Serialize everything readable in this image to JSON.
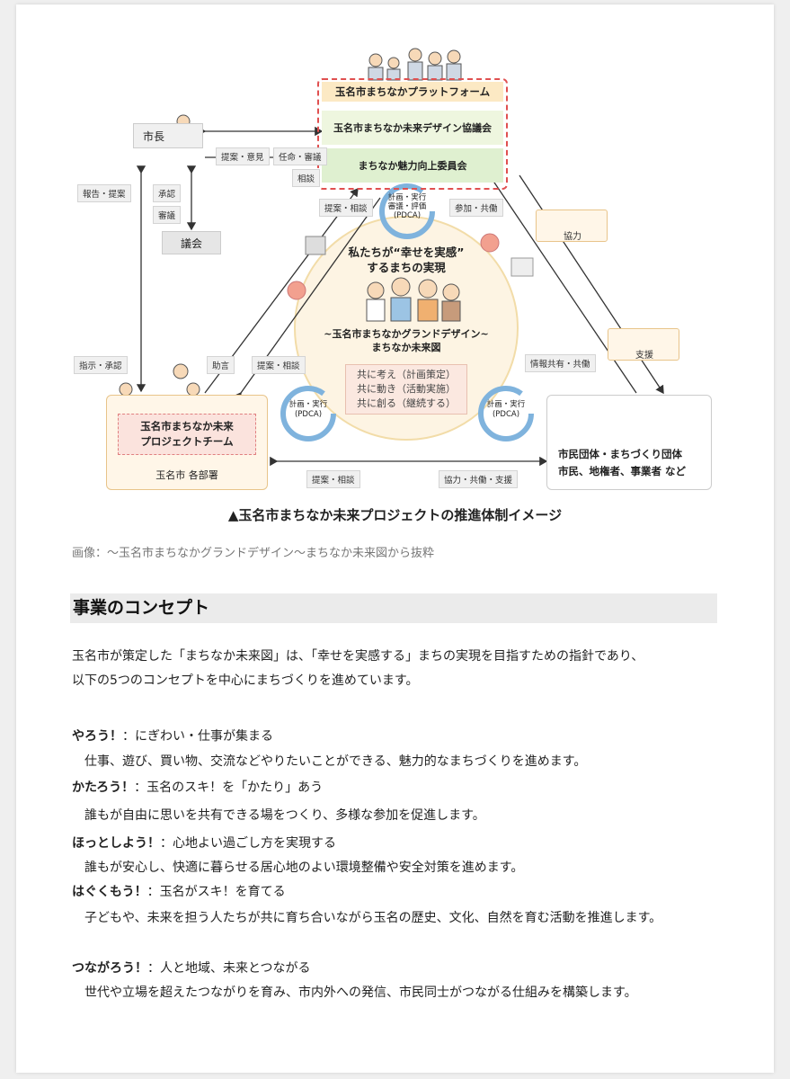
{
  "diagram": {
    "platform": {
      "title": "玉名市まちなかプラットフォーム",
      "council": "玉名市まちなか未来デザイン協議会",
      "committee": "まちなか魅力向上委員会"
    },
    "mayor": "市長",
    "assembly": "議会",
    "center": {
      "line1": "私たちが“幸せを実感”",
      "line2": "するまちの実現",
      "gd_line1": "~玉名市まちなかグランドデザイン~",
      "gd_line2": "まちなか未来図",
      "principles": [
        "共に考え（計画策定）",
        "共に動き（活動実施）",
        "共に創る（継続する）"
      ]
    },
    "team": {
      "line1": "玉名市まちなか未来",
      "line2": "プロジェクトチーム",
      "dept": "玉名市 各部署"
    },
    "citizens": {
      "line1": "市民団体・まちづくり団体",
      "line2": "市民、地権者、事業者 など"
    },
    "cycles": {
      "top_line1": "計画・実行",
      "top_line2": "審議・評価",
      "top_line3": "(PDCA)",
      "left_line1": "計画・実行",
      "left_line2": "(PDCA)",
      "right_line1": "計画・実行",
      "right_line2": "(PDCA)"
    },
    "labels": {
      "proposal_opinion": "提案・意見",
      "appoint_review": "任命・審議",
      "consult_1": "相談",
      "report_proposal": "報告・提案",
      "approval": "承認",
      "deliberation": "審議",
      "proposal_consult_1": "提案・相談",
      "participate_cowork": "参加・共働",
      "cooperate": "協力",
      "instruct_approve": "指示・承認",
      "advice": "助言",
      "proposal_consult_2": "提案・相談",
      "info_share": "情報共有・共働",
      "support": "支援",
      "proposal_consult_3": "提案・相談",
      "coop_cowork_support": "協力・共働・支援"
    }
  },
  "caption": "▲玉名市まちなか未来プロジェクトの推進体制イメージ",
  "source": "画像：～玉名市まちなかグランドデザイン～まちなか未来図から抜粋",
  "section_heading": "事業のコンセプト",
  "intro_line1": "玉名市が策定した「まちなか未来図」は、「幸せを実感する」まちの実現を目指すための指針であり、",
  "intro_line2": "以下の5つのコンセプトを中心にまちづくりを進めています。",
  "concepts": [
    {
      "name": "やろう！",
      "subtitle": "：にぎわい・仕事が集まる",
      "desc": "仕事、遊び、買い物、交流などやりたいことができる、魅力的なまちづくりを進めます。"
    },
    {
      "name": "かたろう！",
      "subtitle": "：玉名のスキ！を「かたり」あう",
      "desc": "誰もが自由に思いを共有できる場をつくり、多様な参加を促進します。"
    },
    {
      "name": "ほっとしよう！",
      "subtitle": "：心地よい過ごし方を実現する",
      "desc": "誰もが安心し、快適に暮らせる居心地のよい環境整備や安全対策を進めます。"
    },
    {
      "name": "はぐくもう！",
      "subtitle": "：玉名がスキ！を育てる",
      "desc": "子どもや、未来を担う人たちが共に育ち合いながら玉名の歴史、文化、自然を育む活動を推進します。"
    },
    {
      "name": "つながろう！",
      "subtitle": "：人と地域、未来とつながる",
      "desc": "世代や立場を超えたつながりを育み、市内外への発信、市民同士がつながる仕組みを構築します。"
    }
  ]
}
